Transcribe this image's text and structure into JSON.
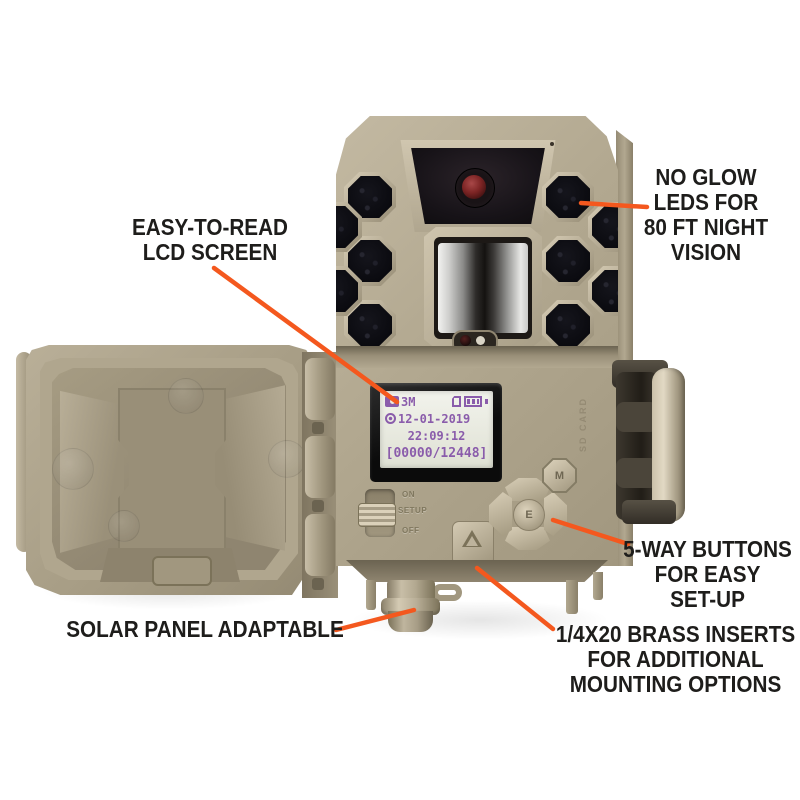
{
  "product": {
    "lcd_display": {
      "resolution": "3M",
      "date": "12-01-2019",
      "time": "22:09:12",
      "counter": "[00000/12448]"
    },
    "controls": {
      "mode_button": "M",
      "enter_button": "E",
      "power_positions": [
        "ON",
        "SETUP",
        "OFF"
      ],
      "sd_slot": "SD CARD"
    }
  },
  "callouts": {
    "lcd_screen": {
      "lines": [
        "EASY-TO-READ",
        "LCD SCREEN"
      ]
    },
    "no_glow": {
      "lines": [
        "NO GLOW",
        "LEDS FOR",
        "80 FT NIGHT",
        "VISION"
      ]
    },
    "five_way": {
      "lines": [
        "5-WAY BUTTONS",
        "FOR EASY",
        "SET-UP"
      ]
    },
    "solar": {
      "lines": [
        "SOLAR PANEL ADAPTABLE"
      ]
    },
    "brass_inserts": {
      "lines": [
        "1/4X20 BRASS INSERTS",
        "FOR ADDITIONAL",
        "MOUNTING OPTIONS"
      ]
    }
  },
  "colors": {
    "callout_accent": "#f4581e",
    "label_text": "#1e1d1b",
    "body_tan": "#b2a890",
    "lcd_text": "#8a5cab",
    "lcd_background": "#edeee6"
  }
}
